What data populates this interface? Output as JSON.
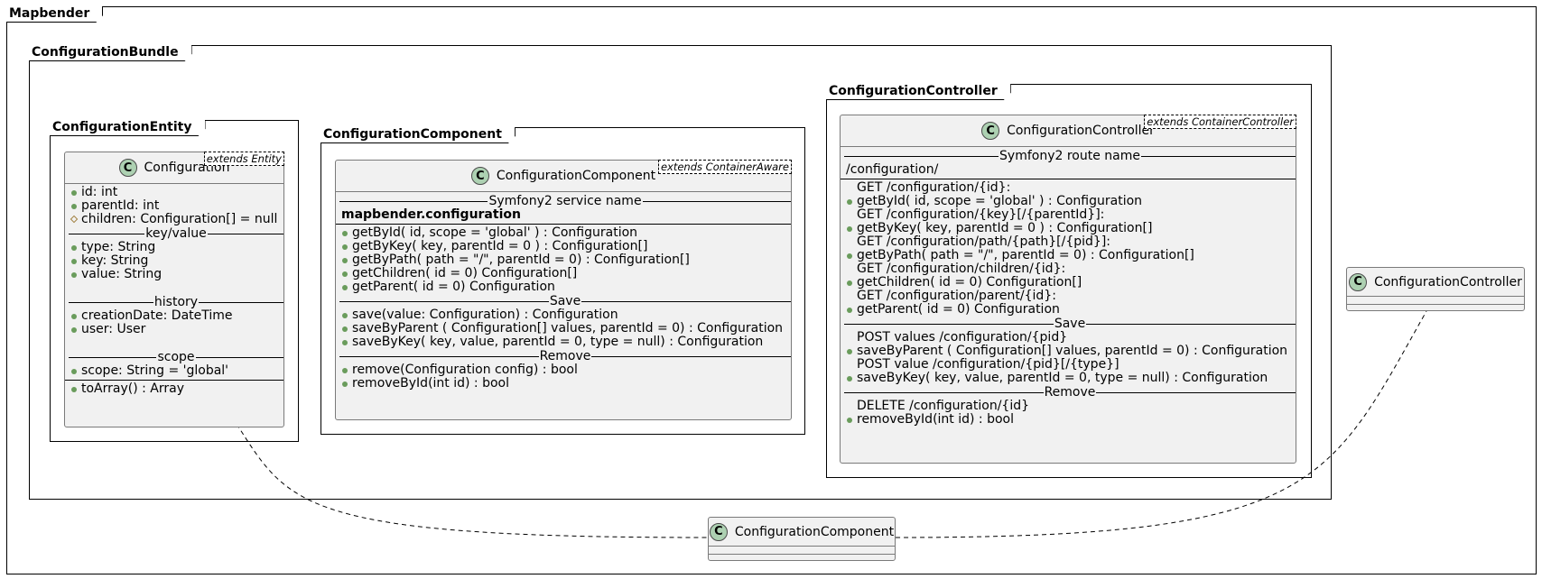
{
  "frames": {
    "mapbender": "Mapbender",
    "bundle": "ConfigurationBundle",
    "entity": "ConfigurationEntity",
    "component": "ConfigurationComponent",
    "controller": "ConfigurationController"
  },
  "entity_class": {
    "name": "Configuration",
    "stereotype": "extends Entity",
    "fields": [
      {
        "vis": "public",
        "text": "id: int"
      },
      {
        "vis": "public",
        "text": "parentId: int"
      },
      {
        "vis": "protected",
        "text": "children: Configuration[] = null"
      }
    ],
    "kv_label": "key/value",
    "kv_fields": [
      "type: String",
      "key: String",
      "value: String"
    ],
    "history_label": "history",
    "history_fields": [
      "creationDate: DateTime",
      "user: User"
    ],
    "scope_label": "scope",
    "scope_fields": [
      "scope: String = 'global'"
    ],
    "methods": [
      "toArray() : Array"
    ]
  },
  "component_class": {
    "name": "ConfigurationComponent",
    "stereotype": "extends ContainerAware",
    "service_label": "Symfony2 service name",
    "service_name": "mapbender.configuration",
    "get_methods": [
      "getById( id, scope = 'global' ) : Configuration",
      "getByKey( key, parentId = 0 ) : Configuration[]",
      "getByPath( path = \"/\", parentId = 0) : Configuration[]",
      "getChildren( id = 0) Configuration[]",
      "getParent( id = 0) Configuration"
    ],
    "save_label": "Save",
    "save_methods": [
      "save(value: Configuration) : Configuration",
      "saveByParent ( Configuration[] values, parentId = 0) : Configuration",
      "saveByKey( key, value, parentId = 0, type = null) : Configuration"
    ],
    "remove_label": "Remove",
    "remove_methods": [
      "remove(Configuration config) : bool",
      "removeById(int id) : bool"
    ]
  },
  "controller_class": {
    "name": "ConfigurationController",
    "stereotype": "extends ContainerController",
    "route_label": "Symfony2 route name",
    "route_name": "/configuration/",
    "get_rows": [
      {
        "vis": "none",
        "text": "GET /configuration/{id}:"
      },
      {
        "vis": "public",
        "text": "getById( id, scope = 'global' ) : Configuration"
      },
      {
        "vis": "none",
        "text": "GET /configuration/{key}[/{parentId}]:"
      },
      {
        "vis": "public",
        "text": "getByKey( key, parentId = 0 ) : Configuration[]"
      },
      {
        "vis": "none",
        "text": "GET /configuration/path/{path}[/{pid}]:"
      },
      {
        "vis": "public",
        "text": "getByPath( path = \"/\", parentId = 0) : Configuration[]"
      },
      {
        "vis": "none",
        "text": "GET /configuration/children/{id}:"
      },
      {
        "vis": "public",
        "text": "getChildren( id = 0) Configuration[]"
      },
      {
        "vis": "none",
        "text": "GET /configuration/parent/{id}:"
      },
      {
        "vis": "public",
        "text": "getParent( id = 0) Configuration"
      }
    ],
    "save_label": "Save",
    "save_rows": [
      {
        "vis": "none",
        "text": "POST values /configuration/{pid}"
      },
      {
        "vis": "public",
        "text": "saveByParent ( Configuration[] values, parentId = 0) : Configuration"
      },
      {
        "vis": "none",
        "text": "POST value /configuration/{pid}[/{type}]"
      },
      {
        "vis": "public",
        "text": "saveByKey( key, value, parentId = 0, type = null) : Configuration"
      }
    ],
    "remove_label": "Remove",
    "remove_rows": [
      {
        "vis": "none",
        "text": "DELETE /configuration/{id}"
      },
      {
        "vis": "public",
        "text": "removeById(int id) : bool"
      }
    ]
  },
  "outer_component": {
    "name": "ConfigurationComponent"
  },
  "outer_controller": {
    "name": "ConfigurationController"
  },
  "class_icon_letter": "C"
}
